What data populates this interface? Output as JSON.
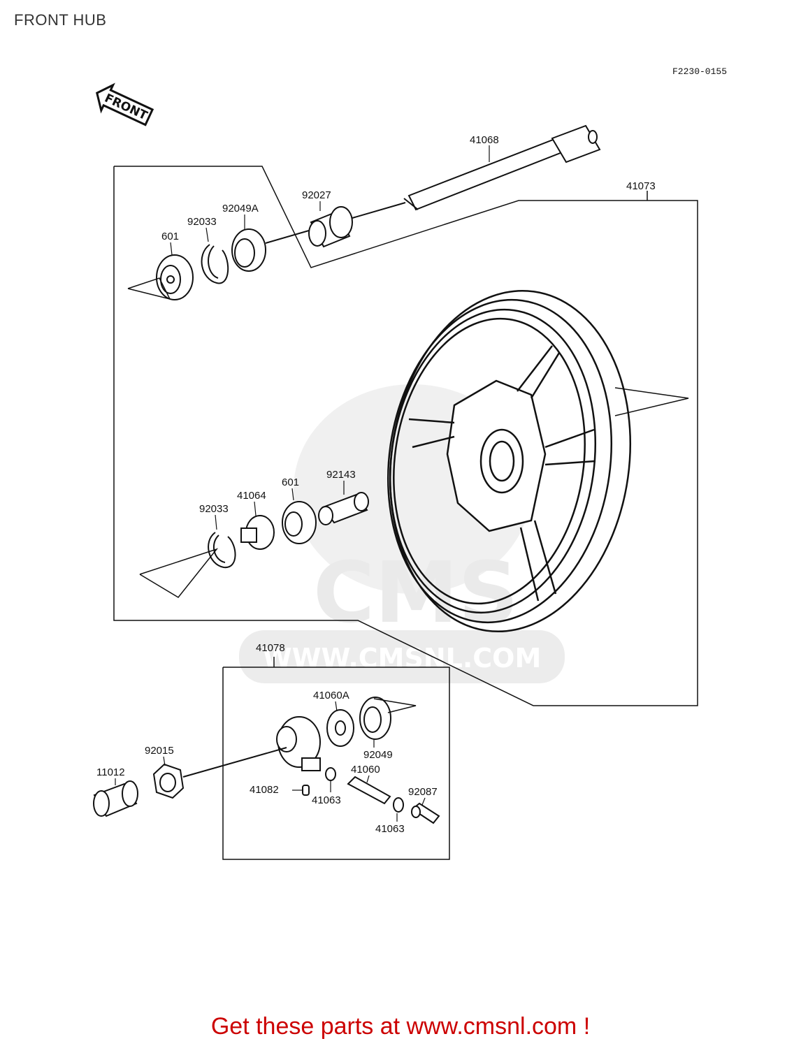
{
  "page": {
    "title": "FRONT HUB",
    "diagram_ref": "F2230-0155",
    "front_arrow_label": "FRONT",
    "footer_cta": "Get these parts at www.cmsnl.com !",
    "watermark_logo": "CMS",
    "watermark_url": "WWW.CMSNL.COM"
  },
  "colors": {
    "line": "#111111",
    "footer": "#cc0000",
    "watermark": "#d9d9d9"
  },
  "parts": {
    "p41068": "41068",
    "p41073": "41073",
    "p92027": "92027",
    "p92049A": "92049A",
    "p92033_top": "92033",
    "p601_top": "601",
    "p92143": "92143",
    "p601_mid": "601",
    "p41064": "41064",
    "p92033_mid": "92033",
    "p41078": "41078",
    "p41060A": "41060A",
    "p92049": "92049",
    "p41060": "41060",
    "p92087": "92087",
    "p41063_a": "41063",
    "p41063_b": "41063",
    "p41082": "41082",
    "p92015": "92015",
    "p11012": "11012"
  }
}
